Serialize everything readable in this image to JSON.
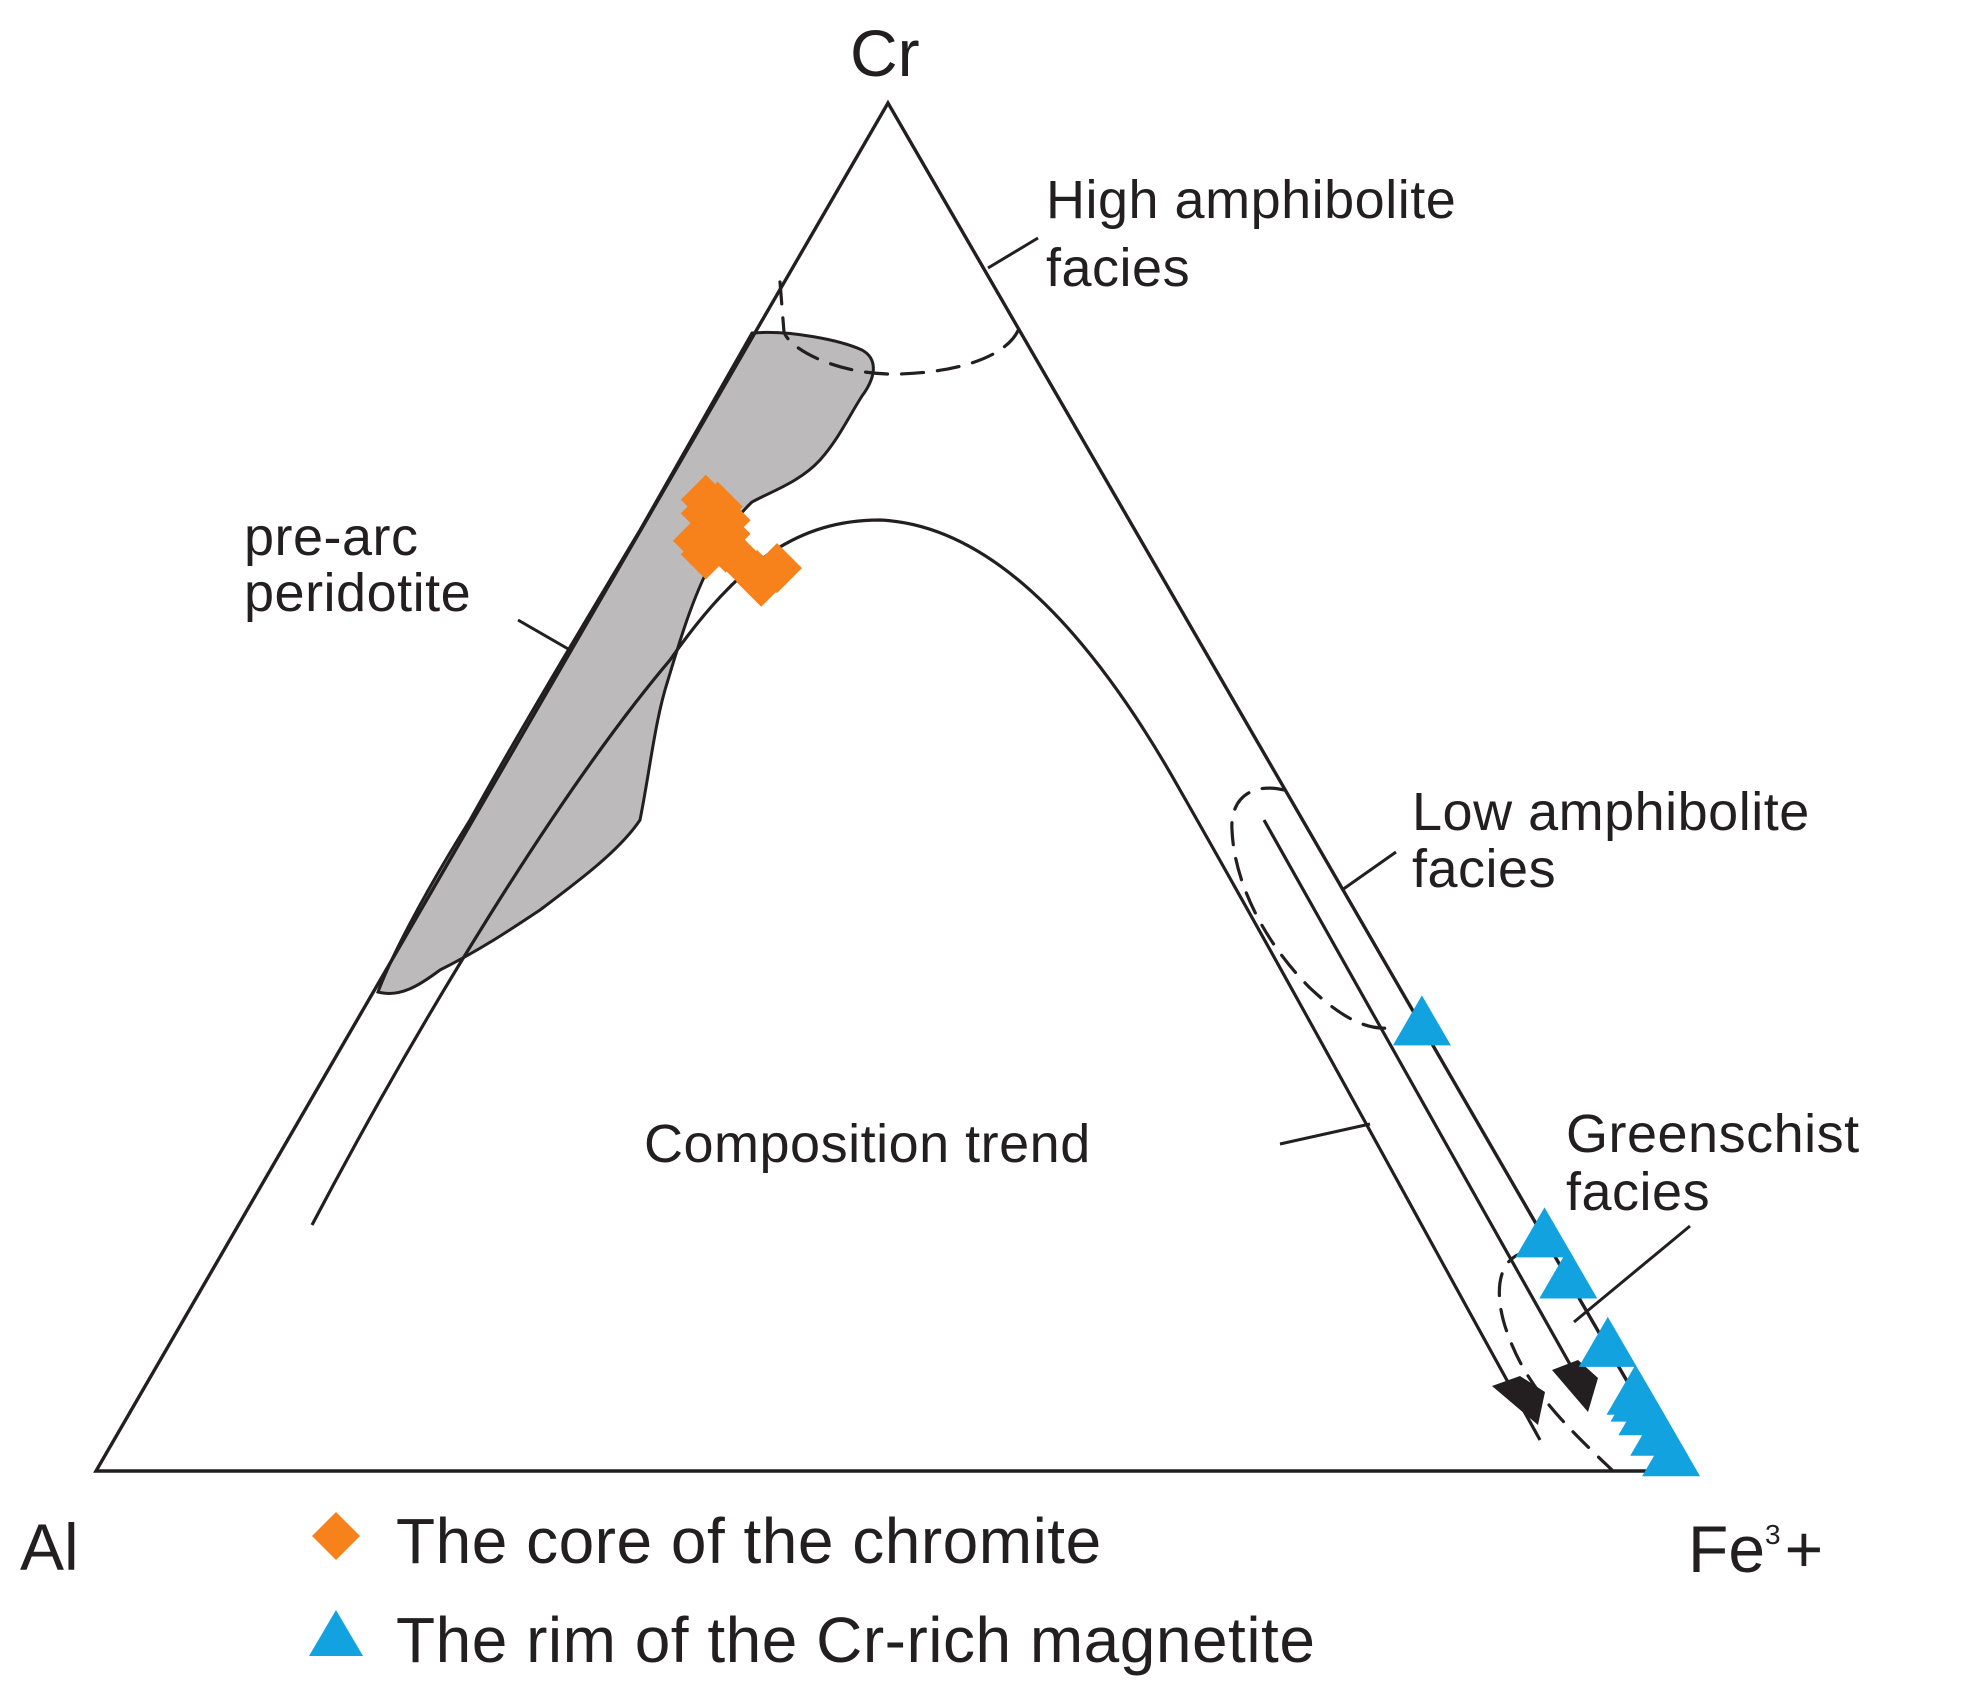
{
  "chart_data": {
    "type": "ternary-scatter",
    "apices": {
      "top": "Cr",
      "left": "Al",
      "right_main": "Fe",
      "right_sup": "3",
      "right_tail": "+"
    },
    "fields": {
      "pre_arc": [
        "pre-arc",
        "peridotite"
      ],
      "high_amph": [
        "High amphibolite",
        "facies"
      ],
      "low_amph": [
        "Low amphibolite",
        "facies"
      ],
      "greenschist": [
        "Greenschist",
        "facies"
      ],
      "trend": "Composition trend"
    },
    "series": [
      {
        "name": "The core of the chromite",
        "marker": "diamond",
        "color": "#f7821b",
        "points": [
          {
            "Cr": 0.71,
            "Fe3": 0.03
          },
          {
            "Cr": 0.705,
            "Fe3": 0.04
          },
          {
            "Cr": 0.7,
            "Fe3": 0.035
          },
          {
            "Cr": 0.695,
            "Fe3": 0.05
          },
          {
            "Cr": 0.69,
            "Fe3": 0.045
          },
          {
            "Cr": 0.685,
            "Fe3": 0.055
          },
          {
            "Cr": 0.68,
            "Fe3": 0.04
          },
          {
            "Cr": 0.675,
            "Fe3": 0.06
          },
          {
            "Cr": 0.67,
            "Fe3": 0.05
          },
          {
            "Cr": 0.665,
            "Fe3": 0.075
          },
          {
            "Cr": 0.66,
            "Fe3": 0.1
          },
          {
            "Cr": 0.655,
            "Fe3": 0.09
          },
          {
            "Cr": 0.65,
            "Fe3": 0.095
          }
        ]
      },
      {
        "name": "The rim of the Cr-rich magnetite",
        "marker": "triangle",
        "color": "#12a2e0",
        "points": [
          {
            "Cr": 0.325,
            "Fe3": 0.675
          },
          {
            "Cr": 0.17,
            "Fe3": 0.83
          },
          {
            "Cr": 0.14,
            "Fe3": 0.86
          },
          {
            "Cr": 0.09,
            "Fe3": 0.91
          },
          {
            "Cr": 0.055,
            "Fe3": 0.945
          },
          {
            "Cr": 0.05,
            "Fe3": 0.95
          },
          {
            "Cr": 0.04,
            "Fe3": 0.96
          },
          {
            "Cr": 0.025,
            "Fe3": 0.975
          },
          {
            "Cr": 0.01,
            "Fe3": 0.99
          }
        ]
      }
    ]
  }
}
